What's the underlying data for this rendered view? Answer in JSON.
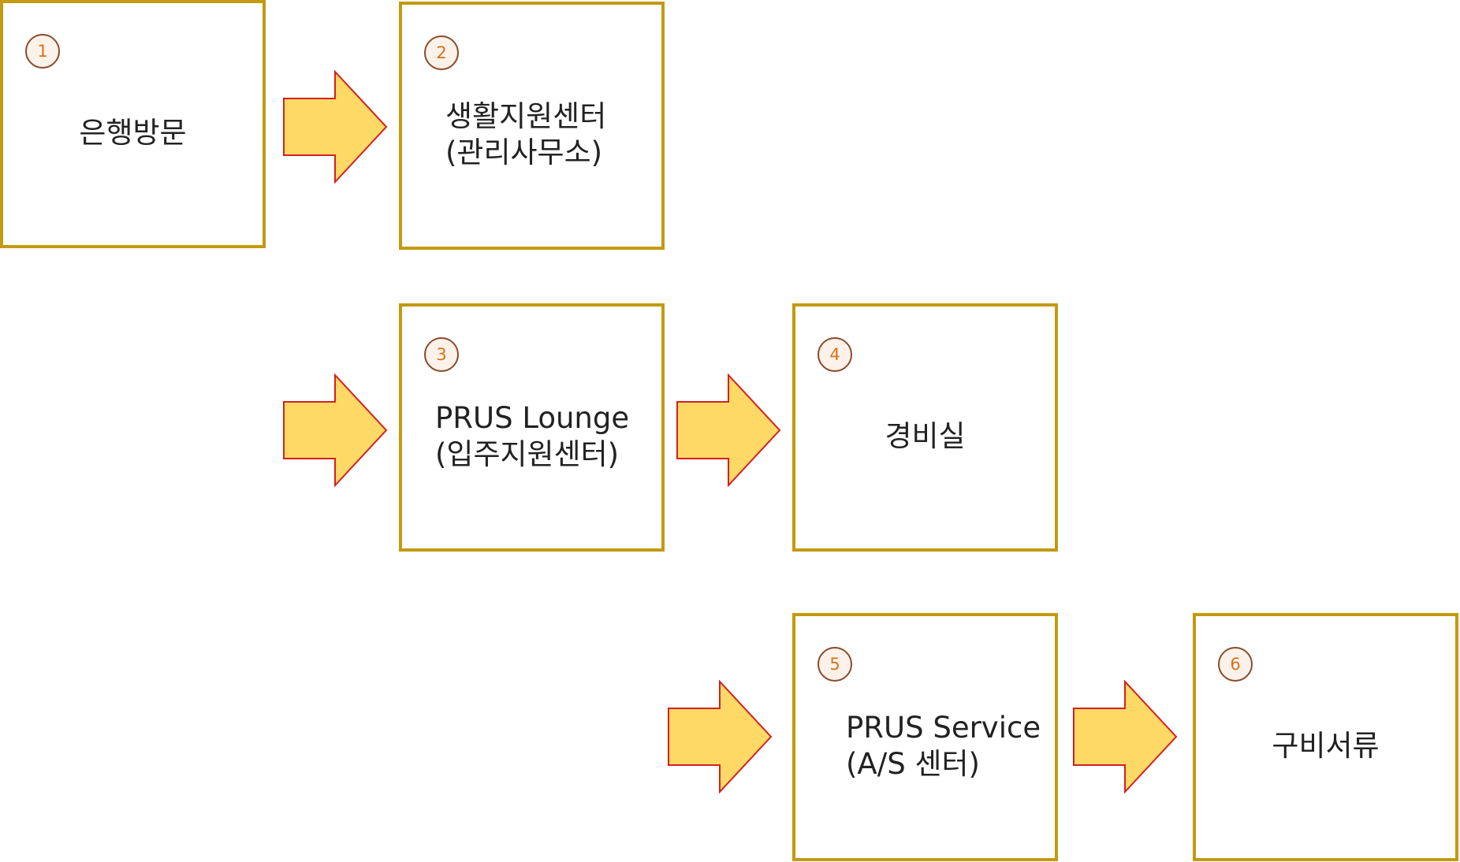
{
  "steps": [
    {
      "number": "1",
      "label": "은행방문"
    },
    {
      "number": "2",
      "label": "생활지원센터\n(관리사무소)"
    },
    {
      "number": "3",
      "label": "PRUS Lounge\n(입주지원센터)"
    },
    {
      "number": "4",
      "label": "경비실"
    },
    {
      "number": "5",
      "label": "PRUS Service\n(A/S 센터)"
    },
    {
      "number": "6",
      "label": "구비서류"
    }
  ],
  "colors": {
    "box_border": "#c39a10",
    "arrow_fill": "#ffd966",
    "arrow_stroke": "#d42020",
    "badge_border": "#8a4a2a",
    "badge_text": "#d5731a"
  },
  "icons": {
    "arrow": "right-block-arrow"
  }
}
